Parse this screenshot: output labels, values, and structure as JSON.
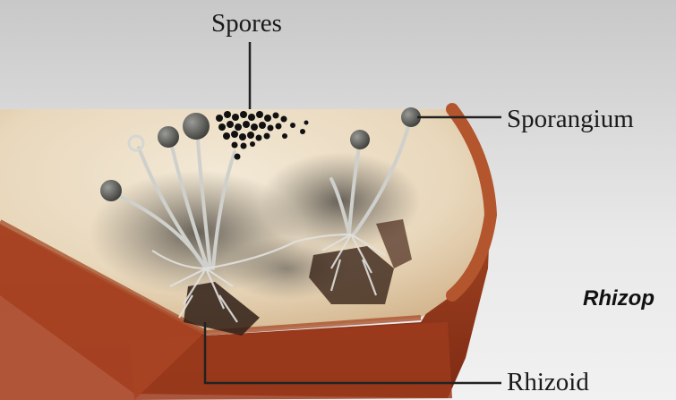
{
  "diagram": {
    "title": "Rhizop",
    "labels": {
      "spores": "Spores",
      "sporangium": "Sporangium",
      "rhizoid": "Rhizoid"
    }
  }
}
